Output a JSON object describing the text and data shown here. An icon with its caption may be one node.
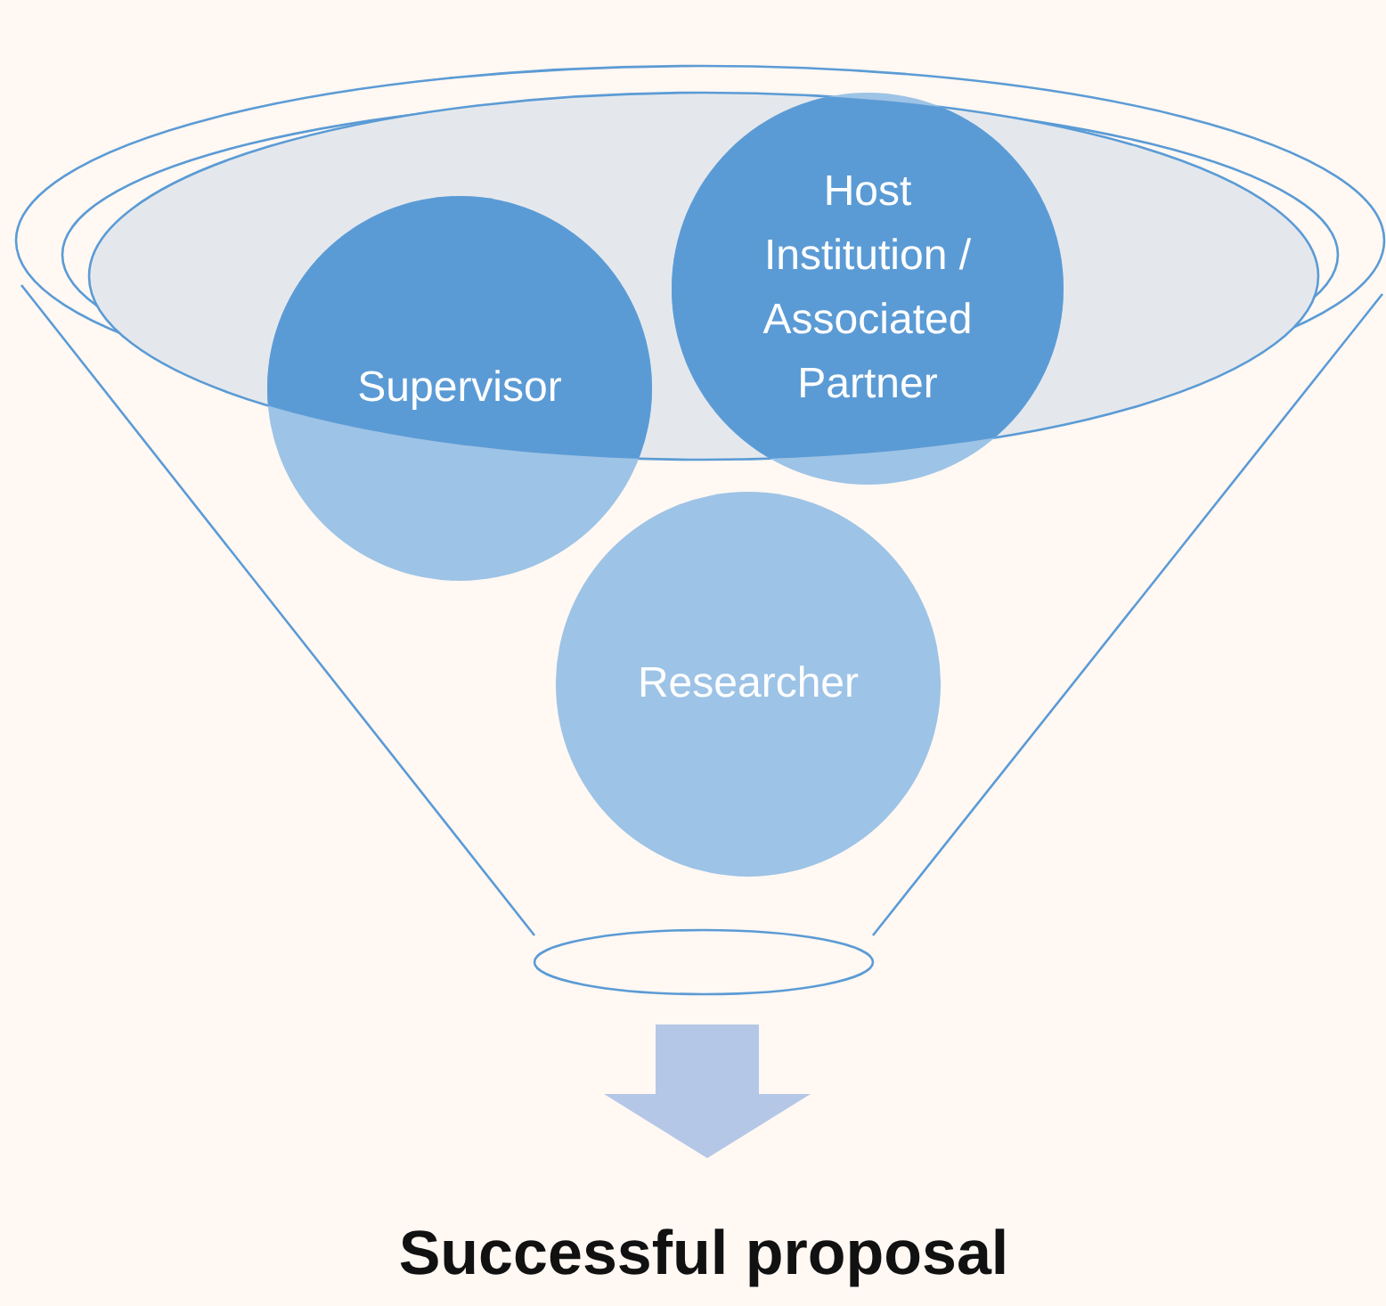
{
  "diagram": {
    "nodes": [
      {
        "text": [],
        "shape": "funnel"
      },
      {
        "text": [
          "Supervisor"
        ],
        "in": 0
      },
      {
        "text": [
          "Host Institution / Associated Partner"
        ],
        "in": 0
      },
      {
        "text": [
          "Researcher"
        ],
        "in": 0
      },
      {
        "text": [
          "Successful proposal"
        ]
      }
    ],
    "edges": [
      {
        "from": 0,
        "to": 4,
        "arrow": "to",
        "style": "thick"
      }
    ]
  }
}
